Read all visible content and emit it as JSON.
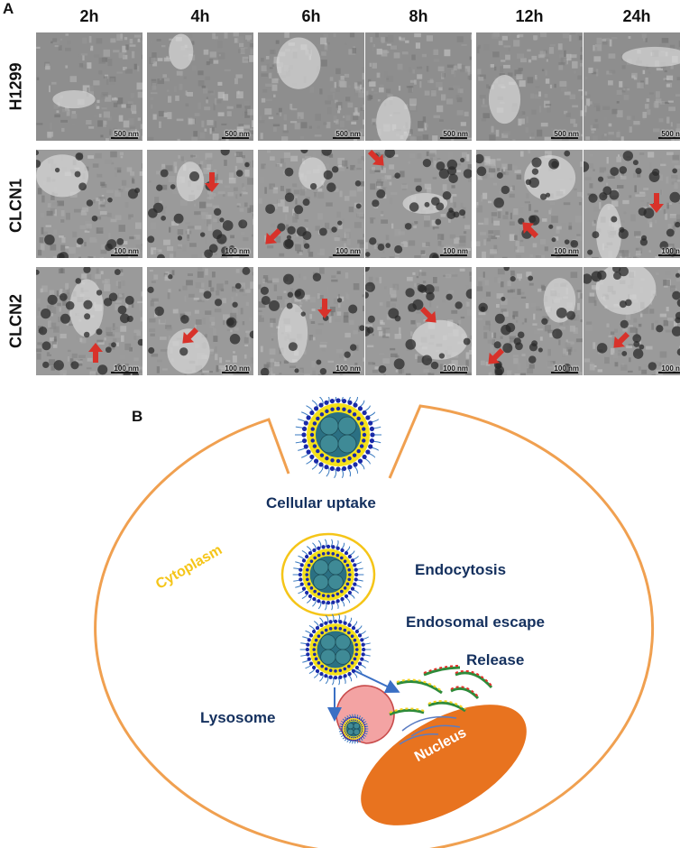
{
  "panel_a_letter": "A",
  "panel_b_letter": "B",
  "time_points": [
    "2h",
    "4h",
    "6h",
    "8h",
    "12h",
    "24h"
  ],
  "rows": [
    {
      "label": "H1299",
      "scale": "500 nm"
    },
    {
      "label": "CLCN1",
      "scale": "100 nm"
    },
    {
      "label": "CLCN2",
      "scale": "100 nm"
    }
  ],
  "schematic": {
    "cellular_uptake": "Cellular uptake",
    "endocytosis": "Endocytosis",
    "endosomal_escape": "Endosomal escape",
    "release": "Release",
    "cytoplasm": "Cytoplasm",
    "lysosome": "Lysosome",
    "nucleus": "Nucleus"
  },
  "colors": {
    "cell_membrane": "#f0a050",
    "label_navy": "#14305e",
    "cytoplasm_label": "#f5c518",
    "nucleus": "#e8731f",
    "lysosome": "#f3a3a3",
    "arrow_red": "#d8322a",
    "nanoparticle_core": "#3f8a96",
    "nanoparticle_shell": "#f5e11a",
    "nanoparticle_dots": "#1a2aa8"
  }
}
